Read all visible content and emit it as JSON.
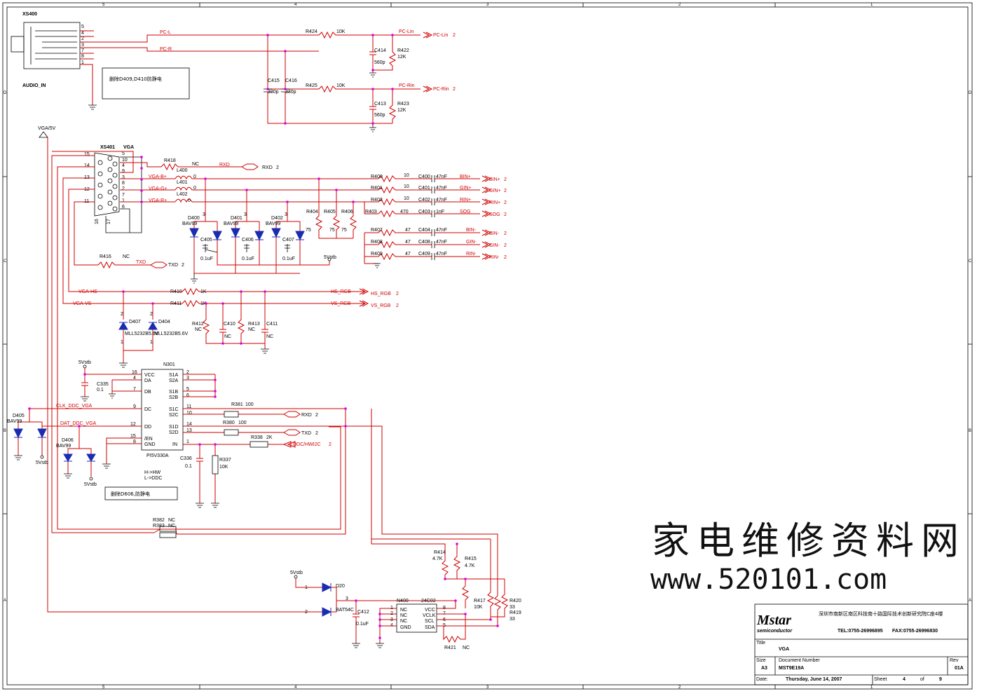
{
  "border": {
    "cols_top": [
      "5",
      "4",
      "3",
      "2",
      "1"
    ],
    "cols_bottom": [
      "5",
      "4",
      "3",
      "2",
      "1"
    ],
    "rows_left": [
      "D",
      "C",
      "B",
      "A"
    ],
    "rows_right": [
      "D",
      "C",
      "B",
      "A"
    ]
  },
  "audio": {
    "connector_ref": "XS400",
    "connector_name": "AUDIO_IN",
    "pins": [
      "5",
      "4",
      "2",
      "3",
      "7",
      "8",
      "1"
    ],
    "note": "删除D409,D410防静电",
    "net_l": "PC-L",
    "net_r": "PC-R",
    "r_l": {
      "ref": "R424",
      "val": "10K"
    },
    "r_r": {
      "ref": "R425",
      "val": "10K"
    },
    "c_l": {
      "ref": "C415",
      "val": "330p"
    },
    "c_r": {
      "ref": "C416",
      "val": "330p"
    },
    "c_lin": {
      "ref": "C414",
      "val": "560p"
    },
    "c_rin": {
      "ref": "C413",
      "val": "560p"
    },
    "r_lin": {
      "ref": "R422",
      "val": "12K"
    },
    "r_rin": {
      "ref": "R423",
      "val": "12K"
    },
    "out_lin_net": "PC-Lin",
    "out_rin_net": "PC-Rin",
    "out_lin_label": "PC-Lin",
    "out_rin_label": "PC-Rin",
    "sheet_ref": "2"
  },
  "vga": {
    "power": "VGA/5V",
    "connector_ref": "XS401",
    "connector_name": "VGA",
    "left_pins": [
      "15",
      "14",
      "13",
      "12",
      "11"
    ],
    "right_pins": [
      "5",
      "10",
      "4",
      "9",
      "3",
      "8",
      "2",
      "7",
      "1",
      "6"
    ],
    "bottom_pins": [
      "16",
      "17"
    ],
    "r418": {
      "ref": "R418",
      "val": "NC"
    },
    "rxd_net": "RXD",
    "rxd_label": "RXD",
    "l400": {
      "ref": "L400",
      "val": "0"
    },
    "l401": {
      "ref": "L401",
      "val": "0"
    },
    "l402": {
      "ref": "L402",
      "val": "0"
    },
    "net_b": "VGA-B+",
    "net_g": "VGA-G+",
    "net_r": "VGA-R+",
    "r416": {
      "ref": "R416",
      "val": "NC"
    },
    "txd_net": "TXD",
    "txd_label": "TXD",
    "diodes": [
      {
        "ref": "D400",
        "val": "BAV99"
      },
      {
        "ref": "D401",
        "val": "BAV99"
      },
      {
        "ref": "D402",
        "val": "BAV99"
      }
    ],
    "diode_pin": "3",
    "caps": [
      {
        "ref": "C405",
        "val": "0.1uF"
      },
      {
        "ref": "C406",
        "val": "0.1uF"
      },
      {
        "ref": "C407",
        "val": "0.1uF"
      }
    ],
    "supply": "5Vstb",
    "terms": [
      {
        "ref": "R404",
        "val": "75"
      },
      {
        "ref": "R405",
        "val": "75"
      },
      {
        "ref": "R406",
        "val": "75"
      }
    ],
    "outputs": [
      {
        "r": "R400",
        "rv": "10",
        "c": "C400",
        "cv": "47nF",
        "net": "BIN+",
        "lbl": "BIN+"
      },
      {
        "r": "R401",
        "rv": "10",
        "c": "C401",
        "cv": "47nF",
        "net": "GIN+",
        "lbl": "GIN+"
      },
      {
        "r": "R402",
        "rv": "10",
        "c": "C402",
        "cv": "47nF",
        "net": "RIN+",
        "lbl": "RIN+"
      },
      {
        "r": "R403",
        "rv": "470",
        "c": "C403",
        "cv": "1nF",
        "net": "SOG",
        "lbl": "SOG"
      },
      {
        "r": "R407",
        "rv": "47",
        "c": "C404",
        "cv": "47nF",
        "net": "BIN-",
        "lbl": "BIN-"
      },
      {
        "r": "R408",
        "rv": "47",
        "c": "C408",
        "cv": "47nF",
        "net": "GIN-",
        "lbl": "GIN-"
      },
      {
        "r": "R409",
        "rv": "47",
        "c": "C409",
        "cv": "47nF",
        "net": "RIN-",
        "lbl": "RIN-"
      }
    ]
  },
  "sync": {
    "hs_net": "VGA-HS",
    "vs_net": "VGA-VS",
    "r410": {
      "ref": "R410",
      "val": "1K"
    },
    "r411": {
      "ref": "R411",
      "val": "1K"
    },
    "hs_out": "HS_RGB",
    "vs_out": "VS_RGB",
    "hs_lbl": "HS_RGB",
    "vs_lbl": "VS_RGB",
    "r412": {
      "ref": "R412",
      "val": "NC"
    },
    "r413": {
      "ref": "R413",
      "val": "NC"
    },
    "c410": {
      "ref": "C410",
      "val": "NC"
    },
    "c411": {
      "ref": "C411",
      "val": "NC"
    },
    "d407": {
      "ref": "D407",
      "val": "MLL5232B5.6V"
    },
    "d404": {
      "ref": "D404",
      "val": "MLL5232B5.6V"
    },
    "pin2": "2",
    "pin1": "1"
  },
  "switch": {
    "supply": "5Vstb",
    "ic_ref": "N301",
    "ic_name": "PI5V330A",
    "c335": {
      "ref": "C335",
      "val": "0.1"
    },
    "left_pins": [
      {
        "n": "16",
        "name": "VCC"
      },
      {
        "n": "4",
        "name": "DA"
      },
      {
        "n": "7",
        "name": "DB"
      },
      {
        "n": "9",
        "name": "DC"
      },
      {
        "n": "12",
        "name": "DD"
      },
      {
        "n": "15",
        "name": "/EN"
      },
      {
        "n": "8",
        "name": "GND"
      }
    ],
    "right_pins": [
      {
        "n": "2",
        "name": "S1A"
      },
      {
        "n": "3",
        "name": "S2A"
      },
      {
        "n": "5",
        "name": "S1B"
      },
      {
        "n": "6",
        "name": "S2B"
      },
      {
        "n": "11",
        "name": "S1C"
      },
      {
        "n": "10",
        "name": "S2C"
      },
      {
        "n": "14",
        "name": "S1D"
      },
      {
        "n": "13",
        "name": "S2D"
      },
      {
        "n": "1",
        "name": "IN"
      }
    ],
    "clk_net": "CLK_DDC_VGA",
    "dat_net": "DAT_DDC_VGA",
    "r381": {
      "ref": "R381",
      "val": "100"
    },
    "r380": {
      "ref": "R380",
      "val": "100"
    },
    "r338": {
      "ref": "R338",
      "val": "2K"
    },
    "rxd_lbl": "RXD",
    "txd_lbl": "TXD",
    "ddc_lbl": "DDC/HWI2C",
    "c336": {
      "ref": "C336",
      "val": "0.1"
    },
    "r337": {
      "ref": "R337",
      "val": "10K"
    },
    "mode_h": "H->HW",
    "mode_l": "L->DDC",
    "note": "删除D606,防静电",
    "d405": {
      "ref": "D405",
      "val": "BAV99"
    },
    "d406": {
      "ref": "D406",
      "val": "BAV99"
    },
    "r382": {
      "ref": "R382",
      "val": "NC"
    },
    "r383": {
      "ref": "R383",
      "val": "NC"
    }
  },
  "eeprom": {
    "supply": "5Vstb",
    "d20": {
      "ref": "D20",
      "val": "BAT54C"
    },
    "c412": {
      "ref": "C412",
      "val": "0.1uF"
    },
    "ic_ref": "N400",
    "ic_name": "24C02",
    "left_pins": [
      {
        "n": "1",
        "name": "NC"
      },
      {
        "n": "2",
        "name": "NC"
      },
      {
        "n": "3",
        "name": "NC"
      },
      {
        "n": "4",
        "name": "GND"
      }
    ],
    "right_pins": [
      {
        "n": "8",
        "name": "VCC"
      },
      {
        "n": "7",
        "name": "VCLK"
      },
      {
        "n": "6",
        "name": "SCL"
      },
      {
        "n": "5",
        "name": "SDA"
      }
    ],
    "r414": {
      "ref": "R414",
      "val": "4.7K"
    },
    "r415": {
      "ref": "R415",
      "val": "4.7K"
    },
    "r417": {
      "ref": "R417",
      "val": "10K"
    },
    "r420": {
      "ref": "R420",
      "val": "33"
    },
    "r419": {
      "ref": "R419",
      "val": "33"
    },
    "r421": {
      "ref": "R421",
      "val": "NC"
    },
    "pin1": "1",
    "pin2": "2",
    "pin3": "3"
  },
  "watermark": {
    "title": "家电维修资料网",
    "url": "www.520101.com"
  },
  "titleblock": {
    "logo": "Mstar",
    "logo_sub": "semiconductor",
    "address": "深圳市南新区南区科技南十路国际技术创新研究院C座4楼",
    "tel": "TEL:0755-26996895",
    "fax": "FAX:0755-26996830",
    "title_label": "Title",
    "title": "VGA",
    "size_label": "Size",
    "size": "A3",
    "docnum_label": "Document Number",
    "docnum": "MST9E19A",
    "rev_label": "Rev",
    "rev": "01A",
    "date_label": "Date:",
    "date": "Thursday, June 14, 2007",
    "sheet_label": "Sheet",
    "sheet": "4",
    "of_label": "of",
    "of": "9"
  },
  "colors": {
    "wire": "#d00000",
    "junction": "#e000e0",
    "diode": "#1a2cb0",
    "ink": "#000000"
  }
}
